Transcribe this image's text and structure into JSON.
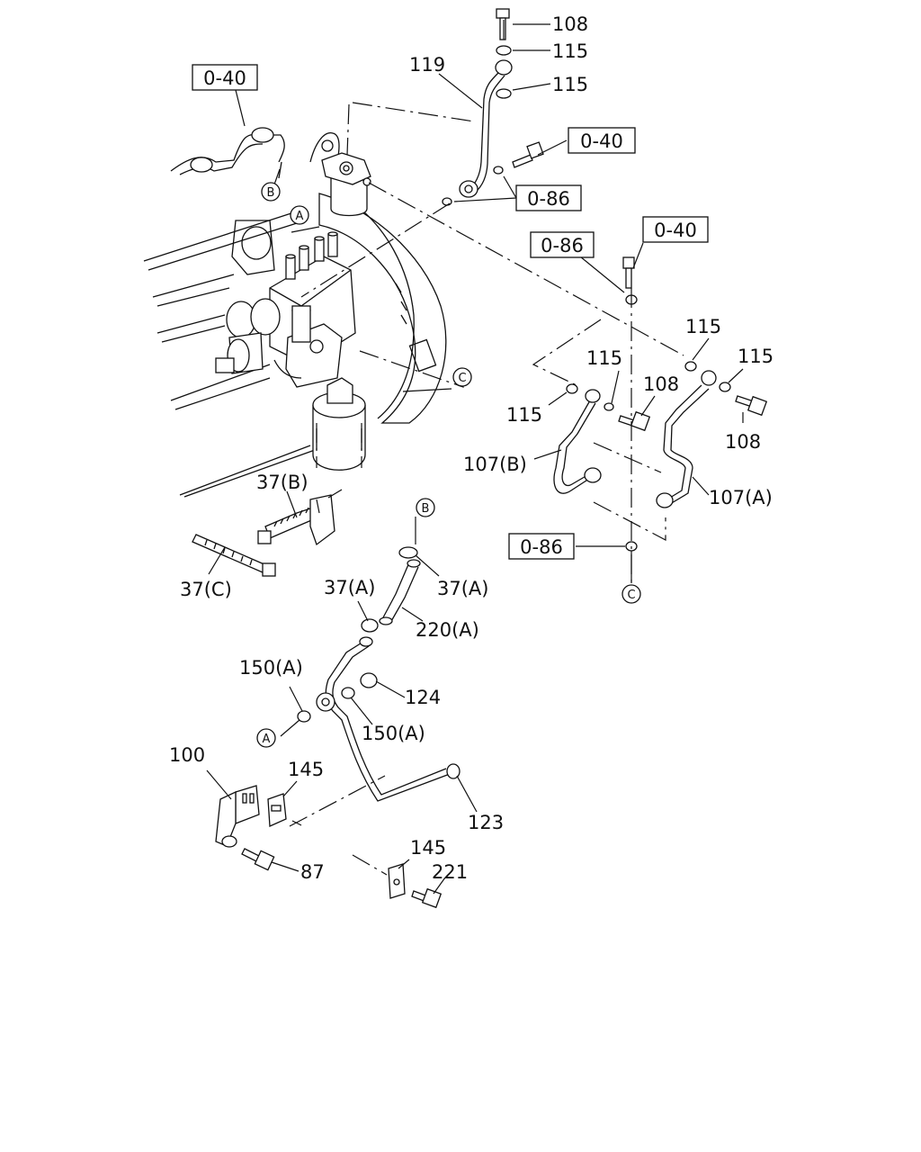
{
  "diagram": {
    "callouts": [
      {
        "id": "c-108-top",
        "text": "108"
      },
      {
        "id": "c-115-a",
        "text": "115"
      },
      {
        "id": "c-119",
        "text": "119"
      },
      {
        "id": "c-115-b",
        "text": "115"
      },
      {
        "id": "c-115-r1",
        "text": "115"
      },
      {
        "id": "c-115-r2",
        "text": "115"
      },
      {
        "id": "c-115-r3",
        "text": "115"
      },
      {
        "id": "c-115-r4",
        "text": "115"
      },
      {
        "id": "c-108-mid",
        "text": "108"
      },
      {
        "id": "c-108-right",
        "text": "108"
      },
      {
        "id": "c-107b",
        "text": "107(B)"
      },
      {
        "id": "c-107a",
        "text": "107(A)"
      },
      {
        "id": "c-37b",
        "text": "37(B)"
      },
      {
        "id": "c-37c",
        "text": "37(C)"
      },
      {
        "id": "c-37a-left",
        "text": "37(A)"
      },
      {
        "id": "c-37a-right",
        "text": "37(A)"
      },
      {
        "id": "c-220a",
        "text": "220(A)"
      },
      {
        "id": "c-150a-left",
        "text": "150(A)"
      },
      {
        "id": "c-124",
        "text": "124"
      },
      {
        "id": "c-150a-right",
        "text": "150(A)"
      },
      {
        "id": "c-100",
        "text": "100"
      },
      {
        "id": "c-145-top",
        "text": "145"
      },
      {
        "id": "c-123",
        "text": "123"
      },
      {
        "id": "c-145-bottom",
        "text": "145"
      },
      {
        "id": "c-221",
        "text": "221"
      },
      {
        "id": "c-87",
        "text": "87"
      }
    ],
    "ref_boxes": [
      {
        "id": "ref-040-a",
        "text": "0-40"
      },
      {
        "id": "ref-040-b",
        "text": "0-40"
      },
      {
        "id": "ref-086-a",
        "text": "0-86"
      },
      {
        "id": "ref-086-b",
        "text": "0-86"
      },
      {
        "id": "ref-040-c",
        "text": "0-40"
      },
      {
        "id": "ref-086-c",
        "text": "0-86"
      }
    ],
    "connectors": [
      {
        "id": "conn-a-top",
        "text": "A"
      },
      {
        "id": "conn-b-top",
        "text": "B"
      },
      {
        "id": "conn-c-top",
        "text": "C"
      },
      {
        "id": "conn-b-mid",
        "text": "B"
      },
      {
        "id": "conn-c-bottom",
        "text": "C"
      },
      {
        "id": "conn-a-bottom",
        "text": "A"
      }
    ]
  }
}
